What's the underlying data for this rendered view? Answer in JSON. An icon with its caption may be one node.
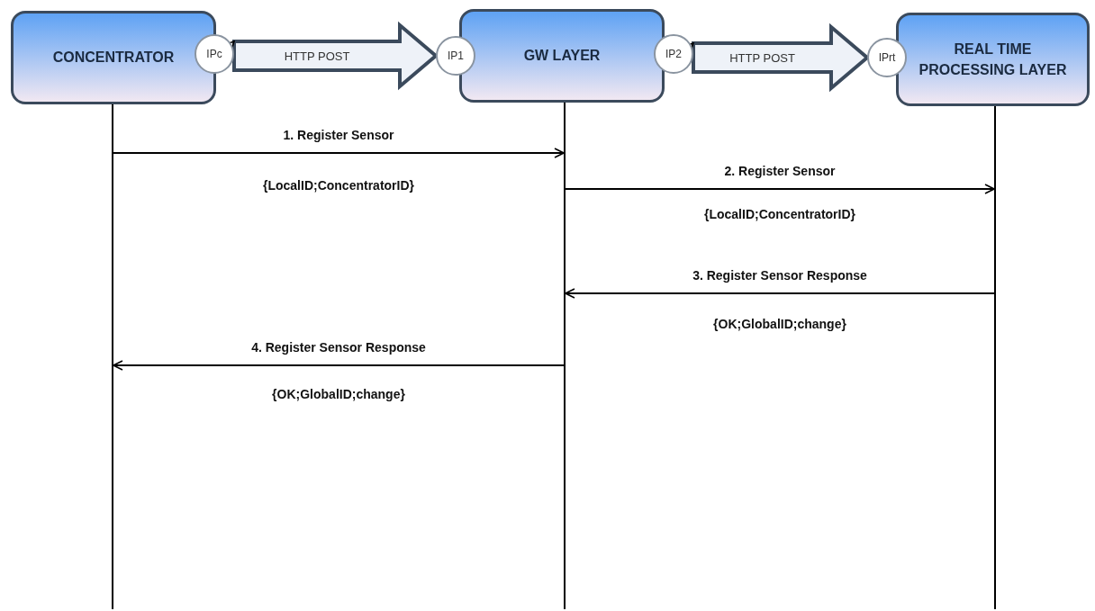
{
  "diagram": {
    "nodes": [
      {
        "text": [
          "CONCENTRATOR"
        ]
      },
      {
        "text": [
          "IPc"
        ]
      },
      {
        "text": [
          "GW LAYER"
        ]
      },
      {
        "text": [
          "IP1"
        ]
      },
      {
        "text": [
          "IP2"
        ]
      },
      {
        "text": [
          "REAL TIME PROCESSING LAYER"
        ]
      },
      {
        "text": [
          "IPrt"
        ]
      },
      {
        "text": [],
        "shape": "line"
      },
      {
        "text": [],
        "shape": "line"
      },
      {
        "text": [],
        "shape": "line"
      }
    ],
    "edges": [
      {
        "from": 1,
        "to": 3,
        "arrow": "to",
        "label": "HTTP POST",
        "style": "thick"
      },
      {
        "from": 4,
        "to": 6,
        "arrow": "to",
        "label": "HTTP POST",
        "style": "thick"
      },
      {
        "from": 7,
        "to": 8,
        "arrow": "to",
        "label": "1. Register Sensor"
      },
      {
        "from": 8,
        "to": 9,
        "arrow": "to",
        "label": "2. Register Sensor"
      },
      {
        "from": 9,
        "to": 8,
        "arrow": "to",
        "label": "3. Register Sensor Response"
      },
      {
        "from": 8,
        "to": 7,
        "arrow": "to",
        "label": "4. Register Sensor Response"
      }
    ],
    "labels": [
      "{LocalID;ConcentratorID}",
      "{LocalID;ConcentratorID}",
      "{OK;GlobalID;change}",
      "{OK;GlobalID;change}"
    ]
  }
}
